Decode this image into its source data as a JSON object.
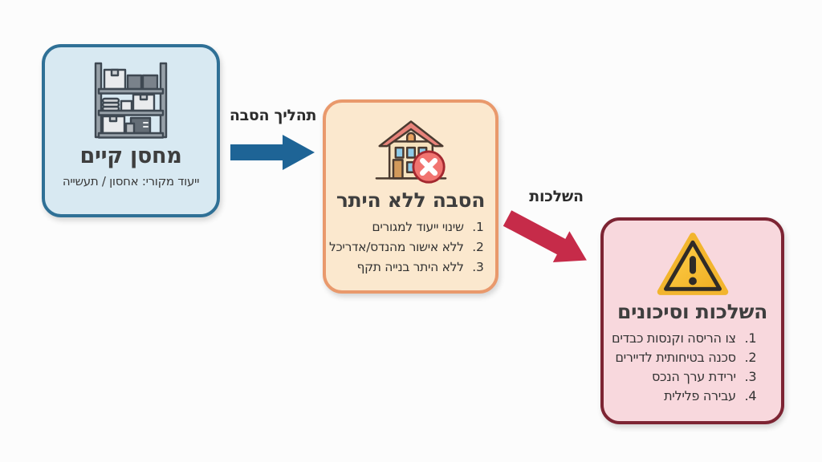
{
  "canvas": {
    "background": "#FCFCFC"
  },
  "boxes": {
    "warehouse": {
      "title": "מחסן קיים",
      "subtitle": "ייעוד מקורי: אחסון / תעשייה",
      "icon": "warehouse-shelf-icon",
      "fill": "#D8E9F2",
      "border": "#2F7096"
    },
    "conversion": {
      "title": "הסבה ללא היתר",
      "icon": "house-no-permit-icon",
      "fill": "#FBE8CE",
      "border": "#E9996C",
      "items": [
        "שינוי ייעוד למגורים",
        "ללא אישור מהנדס/אדריכל",
        "ללא היתר בנייה תקף"
      ]
    },
    "consequences": {
      "title": "השלכות וסיכונים",
      "icon": "warning-triangle-icon",
      "fill": "#F8D8DD",
      "border": "#7D2433",
      "items": [
        "צו הריסה וקנסות כבדים",
        "סכנה בטיחותית לדיירים",
        "ירידת ערך הנכס",
        "עבירה פלילית"
      ]
    }
  },
  "arrows": {
    "process": {
      "label": "תהליך הסבה",
      "color": "#1E6496",
      "direction": "right"
    },
    "consequence": {
      "label": "השלכות",
      "color": "#C62B49",
      "direction": "down-right"
    }
  },
  "text_color": "#3E3E3E"
}
